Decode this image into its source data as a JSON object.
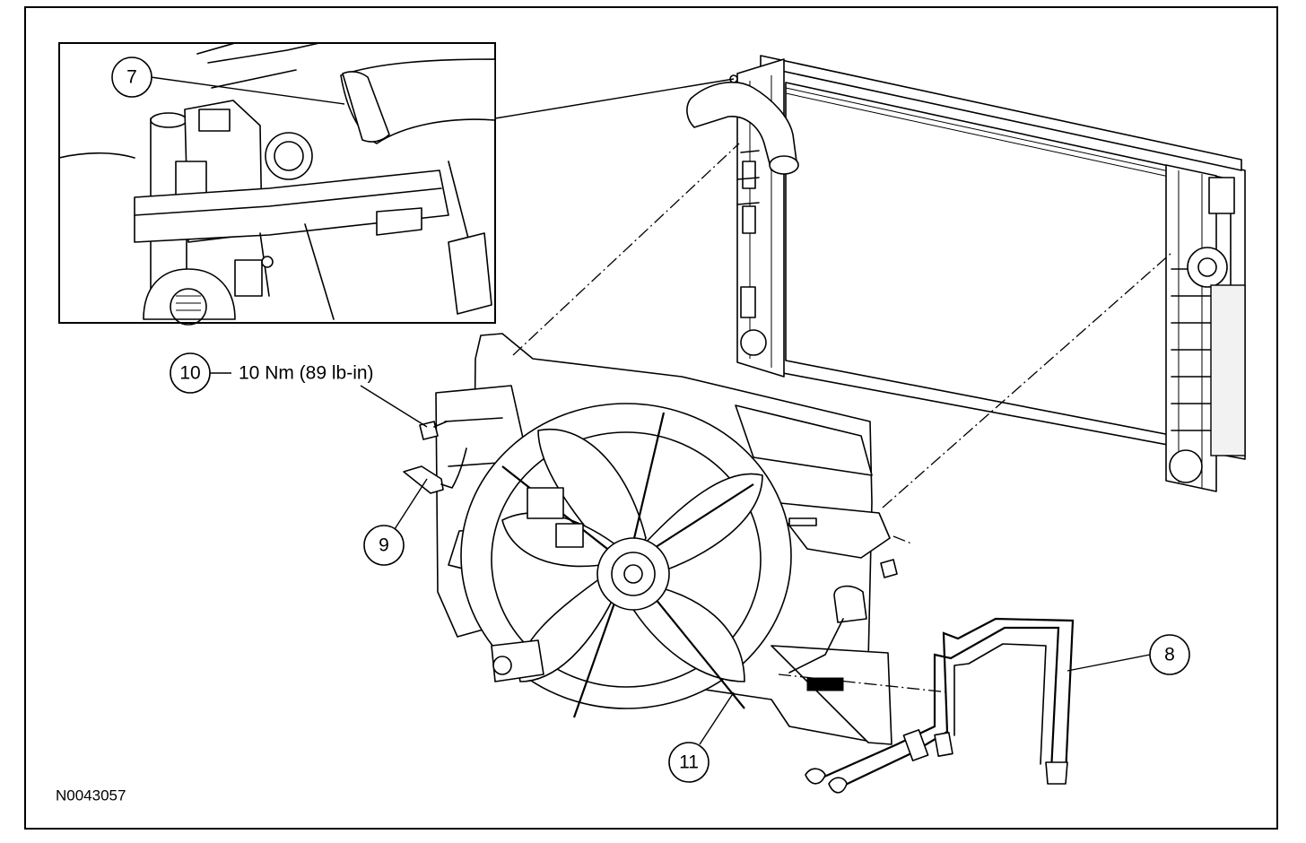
{
  "figure_id": "N0043057",
  "spec": {
    "callout": "10",
    "torque": "10 Nm (89 lb-in)"
  },
  "callouts": {
    "c7": "7",
    "c8": "8",
    "c9": "9",
    "c11": "11"
  }
}
